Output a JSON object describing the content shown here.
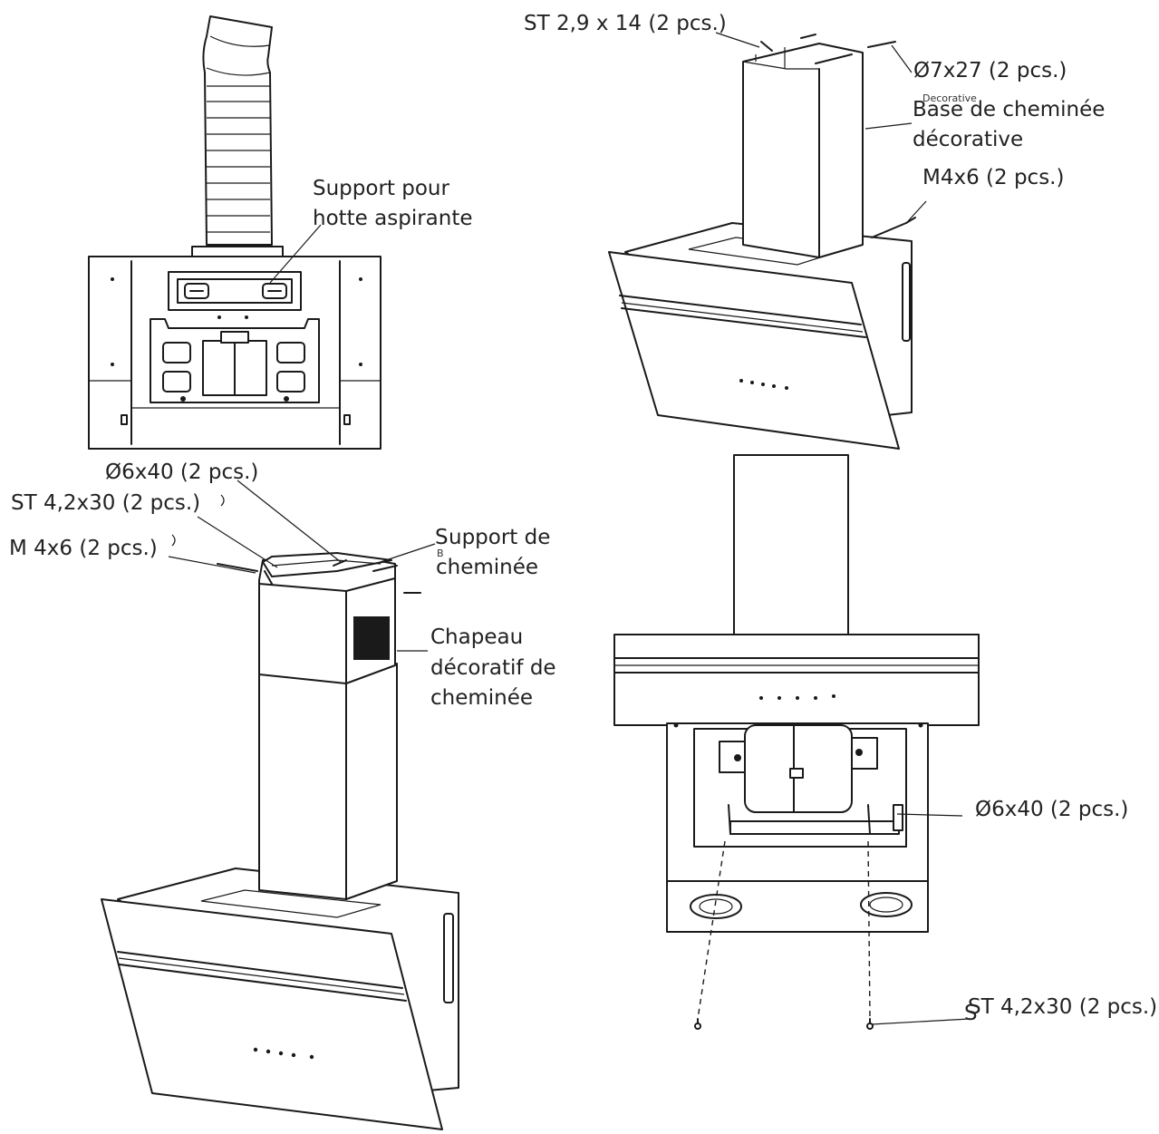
{
  "labels": {
    "support_hotte_line1": "Support pour",
    "support_hotte_line2": "hotte aspirante",
    "st29": "ST 2,9 x 14 (2 pcs.)",
    "d7x27": "Ø7x27 (2 pcs.)",
    "decorative_tiny": "Decorative",
    "base_line1": "Base de cheminée",
    "base_line2": "décorative",
    "m4x6_top": "M4x6 (2 pcs.)",
    "d6x40_left": "Ø6x40 (2 pcs.)",
    "st42_left": "ST 4,2x30 (2 pcs.)",
    "m4x6_left": "M 4x6 (2 pcs.)",
    "support_chem_s": "S",
    "support_chem_b": "B",
    "support_chem_line1": "upport de",
    "support_chem_line2": "cheminée",
    "chapeau_line1": "Chapeau",
    "chapeau_line2": "décoratif de",
    "chapeau_line3": "cheminée",
    "d6x40_right": "Ø6x40 (2 pcs.)",
    "st42_right": "ST 4,2x30 (2 pcs.)",
    "st42_right_s": "S"
  }
}
